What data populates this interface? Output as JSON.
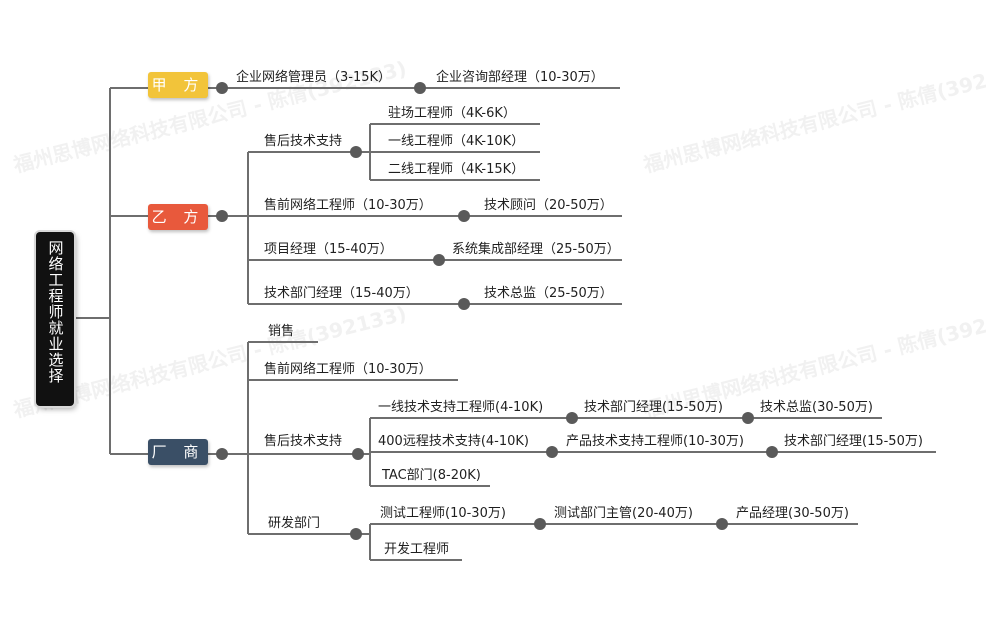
{
  "root": {
    "title": "网络工程师就业选择"
  },
  "categories": {
    "jiafang": "甲 方",
    "yifang": "乙 方",
    "changshang": "厂 商"
  },
  "jiafang": {
    "node1": "企业网络管理员（3-15K）",
    "node2": "企业咨询部经理（10-30万）"
  },
  "yifang": {
    "after_sales": "售后技术支持",
    "after_sales_children": [
      "驻场工程师（4K-6K）",
      "一线工程师（4K-10K）",
      "二线工程师（4K-15K）"
    ],
    "presales": "售前网络工程师（10-30万）",
    "presales_next": "技术顾问（20-50万）",
    "pm": "项目经理（15-40万）",
    "pm_next": "系统集成部经理（25-50万）",
    "tech_mgr": "技术部门经理（15-40万）",
    "tech_mgr_next": "技术总监（25-50万）"
  },
  "changshang": {
    "sales": "销售",
    "presales": "售前网络工程师（10-30万）",
    "after_sales": "售后技术支持",
    "line1": "一线技术支持工程师(4-10K)",
    "line1_next1": "技术部门经理(15-50万)",
    "line1_next2": "技术总监(30-50万)",
    "remote": "400远程技术支持(4-10K)",
    "remote_next1": "产品技术支持工程师(10-30万)",
    "remote_next2": "技术部门经理(15-50万)",
    "tac": "TAC部门(8-20K)",
    "rd": "研发部门",
    "test": "测试工程师(10-30万)",
    "test_next1": "测试部门主管(20-40万)",
    "test_next2": "产品经理(30-50万)",
    "dev": "开发工程师"
  },
  "watermark": "福州思博网络科技有限公司 - 陈倩(392133)",
  "colors": {
    "line": "#6e6e6e",
    "dot": "#5a5a5a",
    "jiafang": "#f2c43a",
    "yifang": "#e8593c",
    "changshang": "#3a4f66"
  }
}
